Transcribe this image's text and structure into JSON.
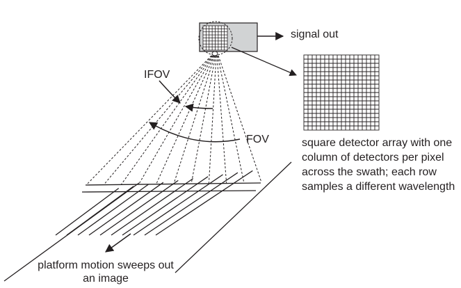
{
  "labels": {
    "signal_out": "signal out",
    "ifov": "IFOV",
    "fov": "FOV",
    "array_caption": "square detector array with one column of detectors per pixel across the swath; each row samples a different wavelength",
    "motion_caption": "platform motion sweeps out an image"
  },
  "colors": {
    "ink": "#231f20",
    "sensor_fill": "#d1d3d4",
    "background": "#ffffff"
  },
  "detector_array": {
    "rows": 18,
    "columns": 18
  },
  "sensor_grid": {
    "rows": 8,
    "columns": 8
  }
}
